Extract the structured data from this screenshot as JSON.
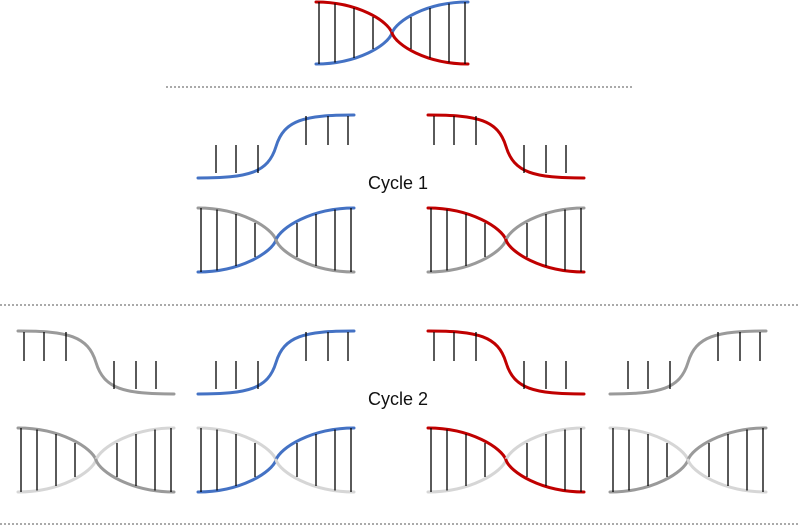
{
  "colors": {
    "blue": "#4472c4",
    "red": "#c00000",
    "gray": "#9a9a9a",
    "lightgray": "#d6d6d6",
    "rung": "#000000",
    "separator": "#555555"
  },
  "labels": {
    "cycle1": "Cycle 1",
    "cycle2": "Cycle 2"
  },
  "diagram": {
    "parent": {
      "top_strand": "red",
      "bottom_strand": "blue",
      "right_top_strand": "blue",
      "right_bottom_strand": "red"
    },
    "cycle1": {
      "single_strands": [
        "blue",
        "red"
      ],
      "duplexes": [
        {
          "template": "blue",
          "new_strand": "gray"
        },
        {
          "template": "red",
          "new_strand": "gray"
        }
      ]
    },
    "cycle2": {
      "single_strands": [
        "gray",
        "blue",
        "red",
        "gray"
      ],
      "duplexes": [
        {
          "template": "gray",
          "new_strand": "lightgray"
        },
        {
          "template": "blue",
          "new_strand": "lightgray"
        },
        {
          "template": "red",
          "new_strand": "lightgray"
        },
        {
          "template": "gray",
          "new_strand": "lightgray"
        }
      ]
    }
  }
}
